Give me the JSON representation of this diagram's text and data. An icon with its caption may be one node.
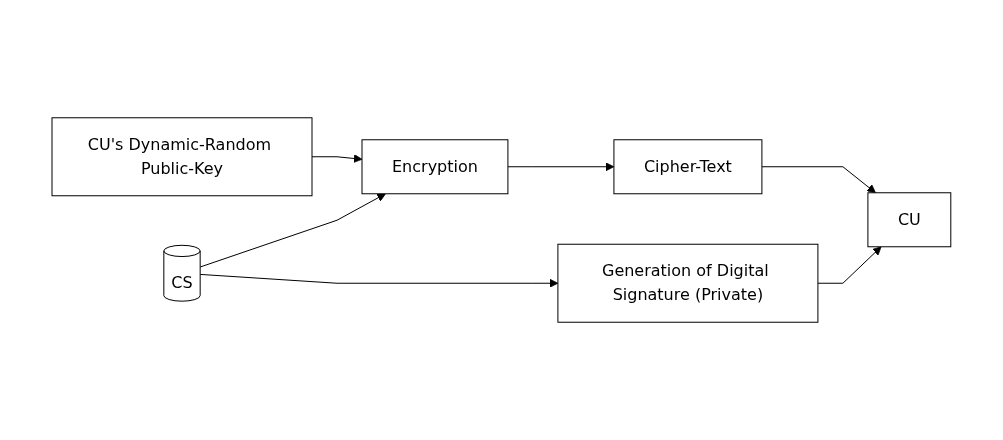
{
  "diagram": {
    "nodes": [
      {
        "text": [
          "CU's Dynamic-Random Public-Key"
        ]
      },
      {
        "text": [
          "CS"
        ]
      },
      {
        "text": [
          "Encryption"
        ]
      },
      {
        "text": [
          "Cipher-Text"
        ]
      },
      {
        "text": [
          "CU"
        ]
      },
      {
        "text": [
          "Generation of Digital Signature (Private)"
        ]
      }
    ],
    "edges": [
      {
        "from": 0,
        "to": 2,
        "arrow": "to"
      },
      {
        "from": 1,
        "to": 2,
        "arrow": "to"
      },
      {
        "from": 2,
        "to": 3,
        "arrow": "to"
      },
      {
        "from": 1,
        "to": 5,
        "arrow": "to"
      },
      {
        "from": 3,
        "to": 4,
        "arrow": "to"
      },
      {
        "from": 5,
        "to": 4,
        "arrow": "to"
      }
    ]
  }
}
